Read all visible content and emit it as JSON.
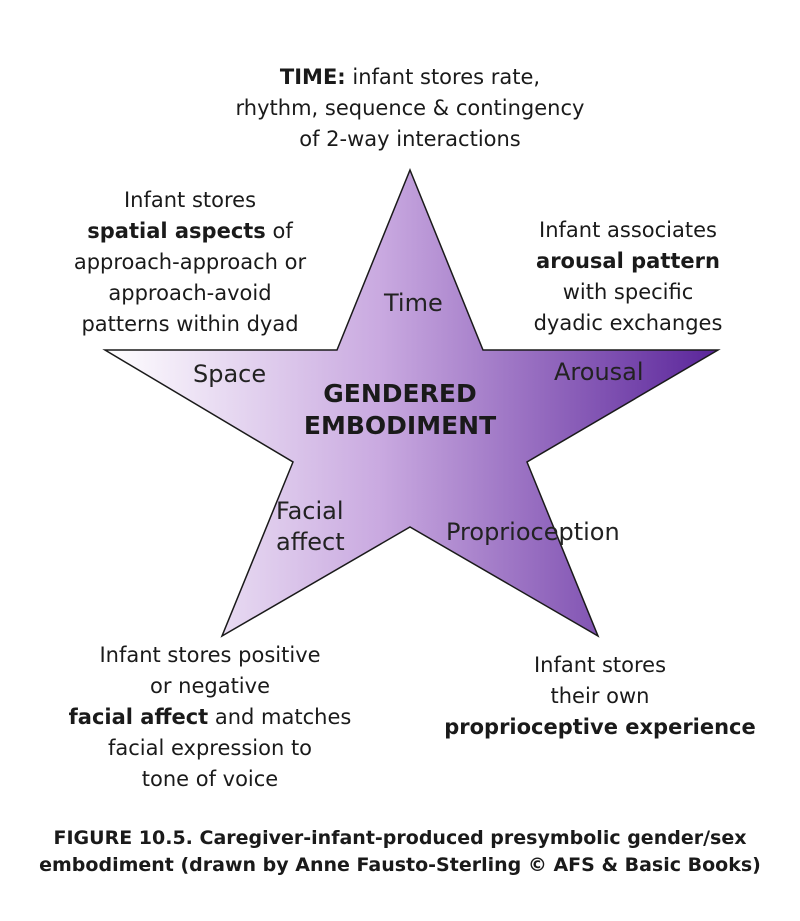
{
  "colors": {
    "gradient_start": "#ffffff",
    "gradient_mid": "#c9a9e0",
    "gradient_end": "#5a259a",
    "stroke": "#1a1a1a"
  },
  "center": {
    "line1": "GENDERED",
    "line2": "EMBODIMENT"
  },
  "star_labels": {
    "time": "Time",
    "space": "Space",
    "arousal": "Arousal",
    "facial_line1": "Facial",
    "facial_line2": "affect",
    "proprioception": "Proprioception"
  },
  "notes": {
    "time": {
      "bold": "TIME:",
      "line1_rest": " infant stores rate,",
      "line2": "rhythm, sequence & contingency",
      "line3": "of 2-way interactions"
    },
    "space": {
      "line1": "Infant stores",
      "line2_bold": "spatial aspects",
      "line2_rest": " of",
      "line3": "approach-approach or",
      "line4": "approach-avoid",
      "line5": "patterns within dyad"
    },
    "arousal": {
      "line1": "Infant associates",
      "line2_bold": "arousal pattern",
      "line3": "with specific",
      "line4": "dyadic exchanges"
    },
    "facial": {
      "line1": "Infant stores positive",
      "line2": "or negative",
      "line3_bold": "facial affect",
      "line3_rest": " and matches",
      "line4": "facial expression to",
      "line5": "tone of voice"
    },
    "proprioception": {
      "line1": "Infant stores",
      "line2": "their own",
      "line3_bold": "proprioceptive experience"
    }
  },
  "caption": {
    "line1": "FIGURE 10.5. Caregiver-infant-produced presymbolic gender/sex",
    "line2": "embodiment (drawn by Anne Fausto-Sterling © AFS & Basic Books)"
  }
}
